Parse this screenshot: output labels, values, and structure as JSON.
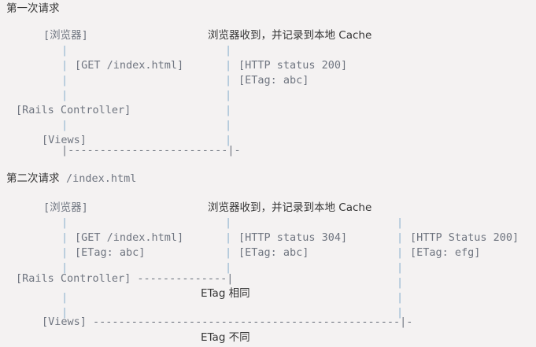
{
  "page": {
    "background_color": "#f4f2f2",
    "mono_text_color": "#6f7580",
    "cjk_text_color": "#353535",
    "pipe_color": "#8fb4cf"
  },
  "sections": [
    {
      "heading": "第一次请求",
      "heading_path": "",
      "nodes": {
        "browser": "[浏览器]",
        "controller": "[Rails Controller]",
        "views": "[Views]"
      },
      "request_lines": [
        "[GET /index.html]"
      ],
      "server_note": "浏览器收到，并记录到本地 Cache",
      "response_lines": [
        "[HTTP status 200]",
        "[ETag: abc]"
      ],
      "connector": "|-------------------------|-"
    },
    {
      "heading": "第二次请求",
      "heading_path": "/index.html",
      "nodes": {
        "browser": "[浏览器]",
        "controller": "[Rails Controller]",
        "views": "[Views]"
      },
      "request_lines": [
        "[GET /index.html]",
        "[ETag: abc]"
      ],
      "server_note": "浏览器收到，并记录到本地 Cache",
      "response_lines": [
        "[HTTP status 304]",
        "[ETag: abc]"
      ],
      "second_response_lines": [
        "[HTTP Status 200]",
        "[ETag: efg]"
      ],
      "controller_connector": " --------------|",
      "controller_label": "ETag 相同",
      "views_connector": " ------------------------------------------------|-",
      "views_label": "ETag 不同"
    }
  ],
  "glyphs": {
    "pipe": "|",
    "dash": "-"
  },
  "lines": {
    "s1_l01_heading": "第一次请求",
    "s1_l03_browser": "[浏览器]",
    "s1_l03_note": "浏览器收到，并记录到本地 Cache",
    "s1_l04_p1": "|",
    "s1_l04_p2": "|",
    "s1_l05_p1": "|",
    "s1_l05_req": "[GET /index.html]",
    "s1_l05_p2": "|",
    "s1_l05_res": "[HTTP status 200]",
    "s1_l06_p1": "|",
    "s1_l06_p2": "|",
    "s1_l06_res": "[ETag: abc]",
    "s1_l07_p1": "|",
    "s1_l07_p2": "|",
    "s1_l08_ctrl": "[Rails Controller]",
    "s1_l08_p2": "|",
    "s1_l09_p1": "|",
    "s1_l09_p2": "|",
    "s1_l10_views": "[Views]",
    "s1_l10_p2": "|",
    "s1_l11_conn": "|-------------------------|-",
    "s2_l01_heading": "第二次请求",
    "s2_l01_path": "/index.html",
    "s2_l03_browser": "[浏览器]",
    "s2_l03_note": "浏览器收到，并记录到本地 Cache",
    "s2_l04_p1": "|",
    "s2_l04_p2": "|",
    "s2_l04_p3": "|",
    "s2_l05_p1": "|",
    "s2_l05_req": "[GET /index.html]",
    "s2_l05_p2": "|",
    "s2_l05_res": "[HTTP status 304]",
    "s2_l05_p3": "|",
    "s2_l05_res2": "[HTTP Status 200]",
    "s2_l06_p1": "|",
    "s2_l06_req": "[ETag: abc]",
    "s2_l06_p2": "|",
    "s2_l06_res": "[ETag: abc]",
    "s2_l06_p3": "|",
    "s2_l06_res2": "[ETag: efg]",
    "s2_l07_p1": "|",
    "s2_l07_p2": "|",
    "s2_l07_p3": "|",
    "s2_l08_ctrl": "[Rails Controller] --------------|",
    "s2_l08_p3": "|",
    "s2_l09_p1": "|",
    "s2_l09_label": "ETag 相同",
    "s2_l09_p3": "|",
    "s2_l10_p1": "|",
    "s2_l10_p3": "|",
    "s2_l11_views": "[Views] ------------------------------------------------|-",
    "s2_l12_label": "ETag 不同"
  }
}
